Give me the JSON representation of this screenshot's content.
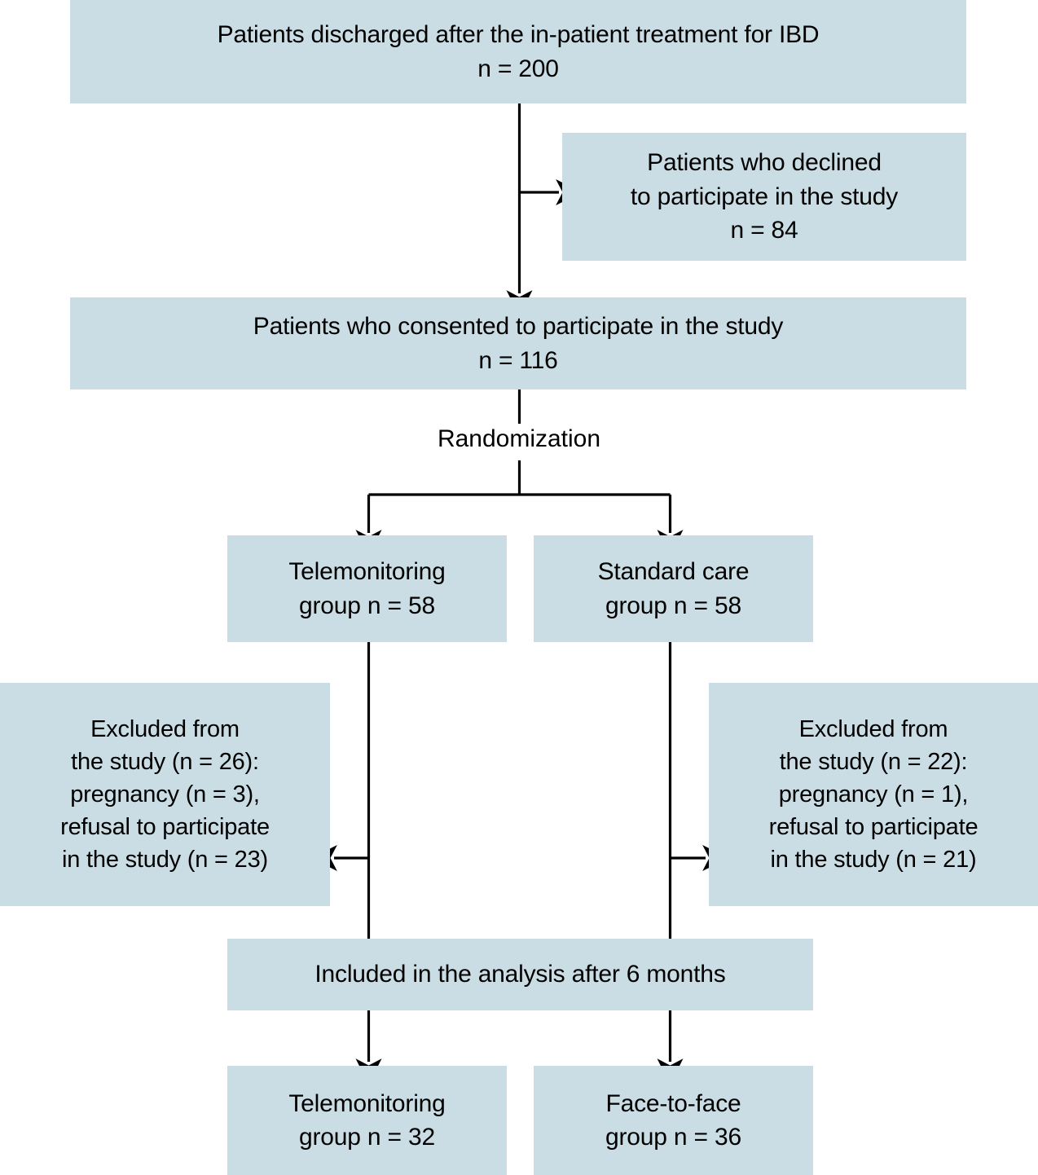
{
  "diagram": {
    "title": "CONSORT participant flow diagram",
    "box_fill_color": "#cadde4",
    "line_color": "#000000",
    "background_color": "#ffffff",
    "nodes": {
      "discharged": "Patients discharged after the in-patient treatment for IBD\nn = 200",
      "declined": "Patients who declined\nto participate in the study\nn = 84",
      "consented": "Patients who consented to participate in the study\nn = 116",
      "randomization": "Randomization",
      "telemonitoring_group": "Telemonitoring\ngroup n = 58",
      "standard_care_group": "Standard care\ngroup n = 58",
      "excluded_left": "Excluded from\nthe study (n = 26):\npregnancy (n = 3),\nrefusal to participate\nin the study (n = 23)",
      "excluded_right": "Excluded from\nthe study (n = 22):\npregnancy (n = 1),\nrefusal to participate\nin the study (n = 21)",
      "included_analysis": "Included in the analysis after 6 months",
      "telemonitoring_final": "Telemonitoring\ngroup n = 32",
      "face_to_face_final": "Face-to-face\ngroup n = 36"
    },
    "counts": {
      "discharged_n": 200,
      "declined_n": 84,
      "consented_n": 116,
      "telemonitoring_allocated_n": 58,
      "standard_care_allocated_n": 58,
      "excluded_left_total_n": 26,
      "excluded_left_pregnancy_n": 3,
      "excluded_left_refusal_n": 23,
      "excluded_right_total_n": 22,
      "excluded_right_pregnancy_n": 1,
      "excluded_right_refusal_n": 21,
      "telemonitoring_analyzed_n": 32,
      "face_to_face_analyzed_n": 36,
      "analysis_followup_months": 6
    }
  }
}
